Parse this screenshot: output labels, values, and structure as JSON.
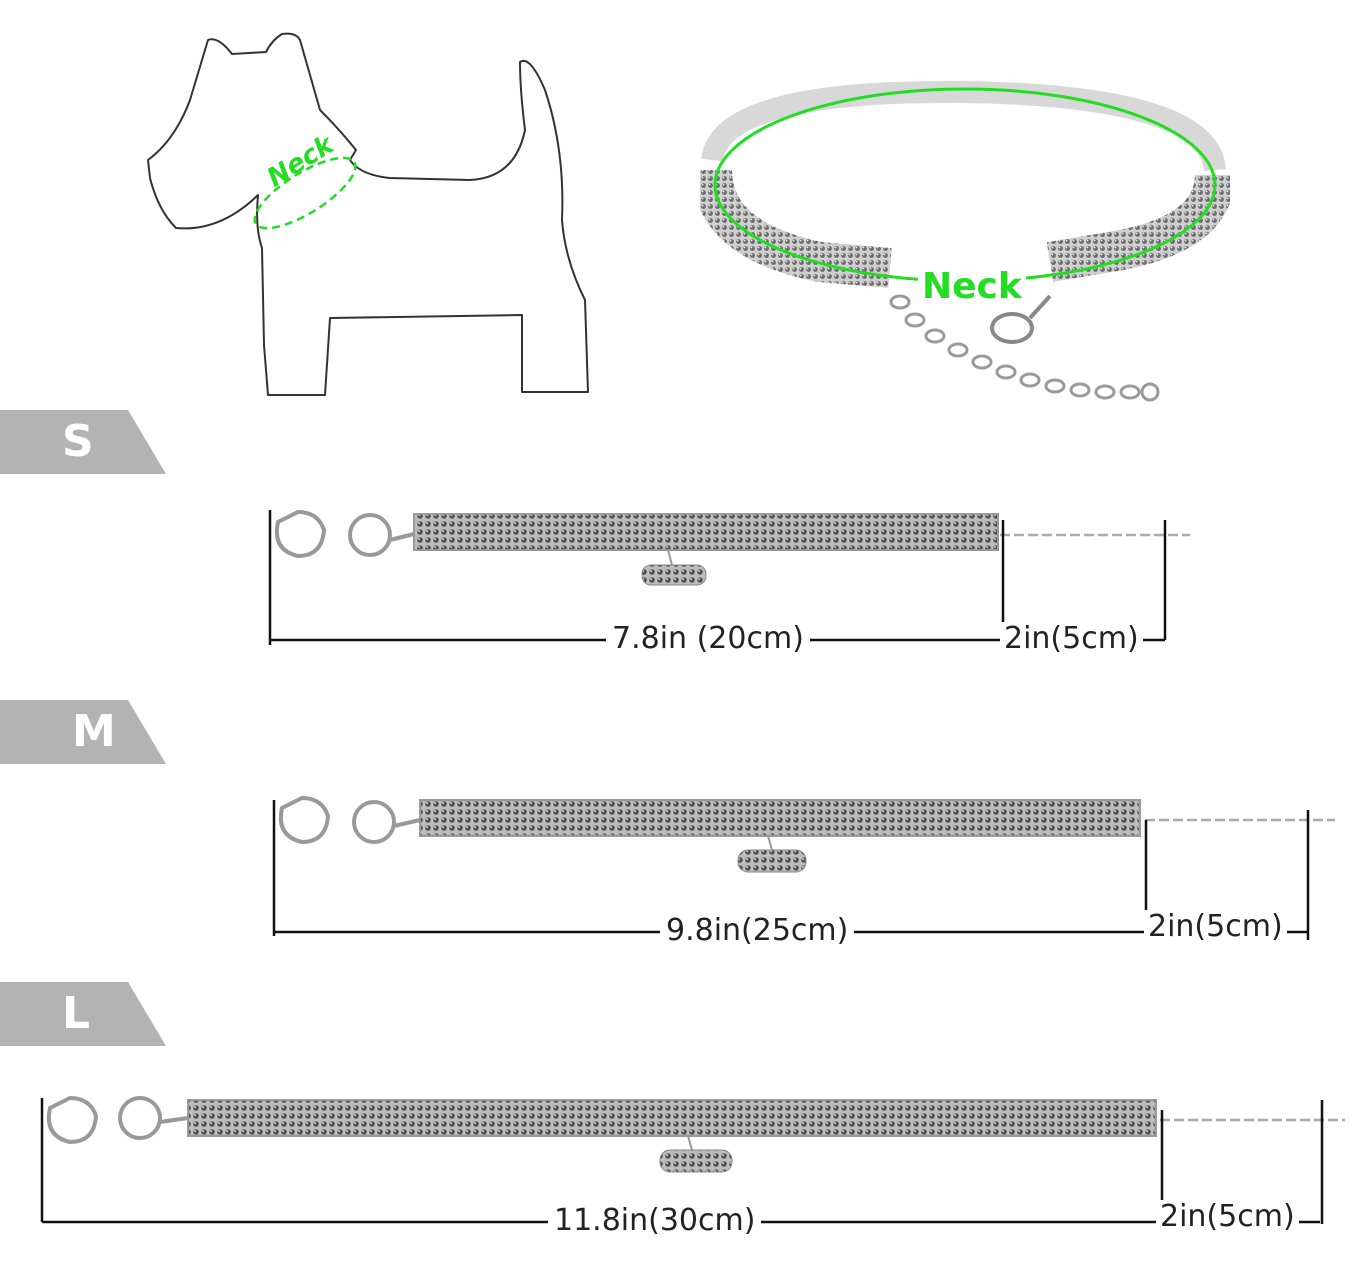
{
  "diagram": {
    "dog_neck_label": "Neck",
    "collar_neck_label": "Neck"
  },
  "sizes": [
    {
      "label": "S",
      "main_length": "7.8in (20cm)",
      "extension_length": "2in(5cm)"
    },
    {
      "label": "M",
      "main_length": "9.8in(25cm)",
      "extension_length": "2in(5cm)"
    },
    {
      "label": "L",
      "main_length": "11.8in(30cm)",
      "extension_length": "2in(5cm)"
    }
  ],
  "colors": {
    "neck_highlight": "#22dd22",
    "size_tab": "#b3b3b3",
    "rhinestone": "#8a8a8a"
  }
}
